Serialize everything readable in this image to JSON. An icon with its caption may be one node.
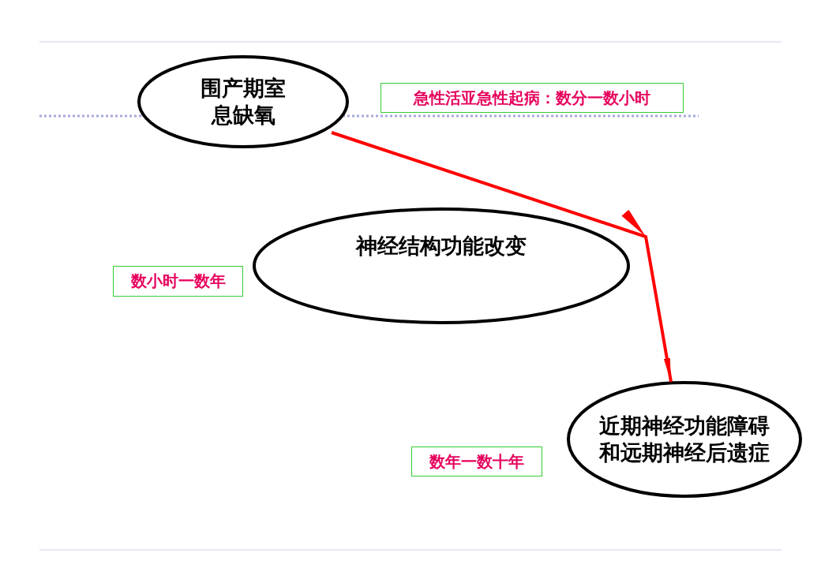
{
  "diagram": {
    "nodes": [
      {
        "text": [
          "围产期室息缺氧"
        ]
      },
      {
        "text": [
          "急性活亚急性起病：数分一数小时"
        ]
      },
      {
        "text": [
          "神经结构功能改变"
        ]
      },
      {
        "text": [
          "数小时一数年"
        ]
      },
      {
        "text": [
          "近期神经功能障碍和远期神经后遗症"
        ]
      },
      {
        "text": [
          "数年一数十年"
        ]
      }
    ],
    "edges": [
      {
        "from": 0,
        "to": 4,
        "arrow": "to",
        "color": "#ff0000"
      }
    ]
  }
}
